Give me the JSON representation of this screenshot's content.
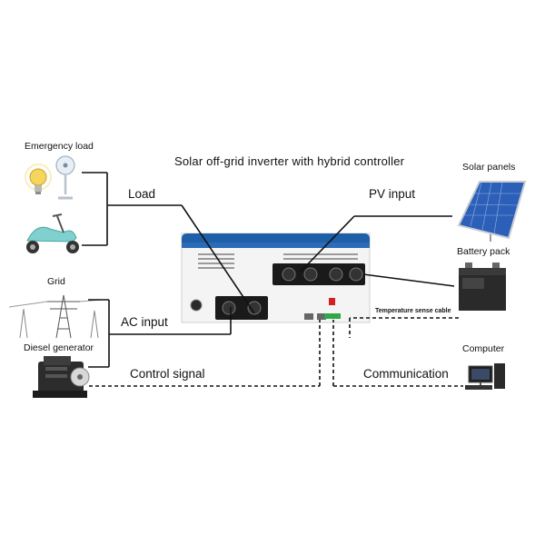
{
  "title": "Solar off-grid inverter with hybrid controller",
  "labels": {
    "emergency_load": "Emergency load",
    "load": "Load",
    "pv_input": "PV input",
    "solar_panels": "Solar panels",
    "battery_pack": "Battery pack",
    "grid": "Grid",
    "ac_input": "AC input",
    "temperature_sense_cable": "Temperature sense cable",
    "diesel_generator": "Diesel generator",
    "control_signal": "Control signal",
    "communication": "Communication",
    "computer": "Computer"
  },
  "colors": {
    "line": "#111111",
    "inverter_blue": "#1f5fa8",
    "inverter_body": "#f3f3f3",
    "panel_blue": "#2b5fb8",
    "red_switch": "#d42020"
  }
}
